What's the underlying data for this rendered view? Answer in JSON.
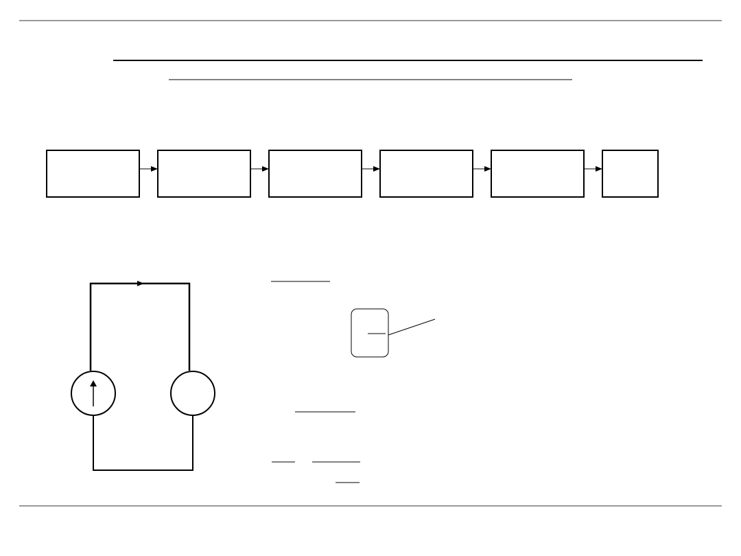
{
  "slide": {
    "background": "#ffffff",
    "line_color": "#000000",
    "rule_color": "#333333"
  },
  "flow": {
    "block_count": 6,
    "arrow_count": 5
  },
  "circuit": {
    "source_icon": "current-source-icon",
    "load_icon": "load-circle-icon",
    "current_direction": "clockwise"
  },
  "callout": {
    "icon": "rounded-box-icon"
  }
}
